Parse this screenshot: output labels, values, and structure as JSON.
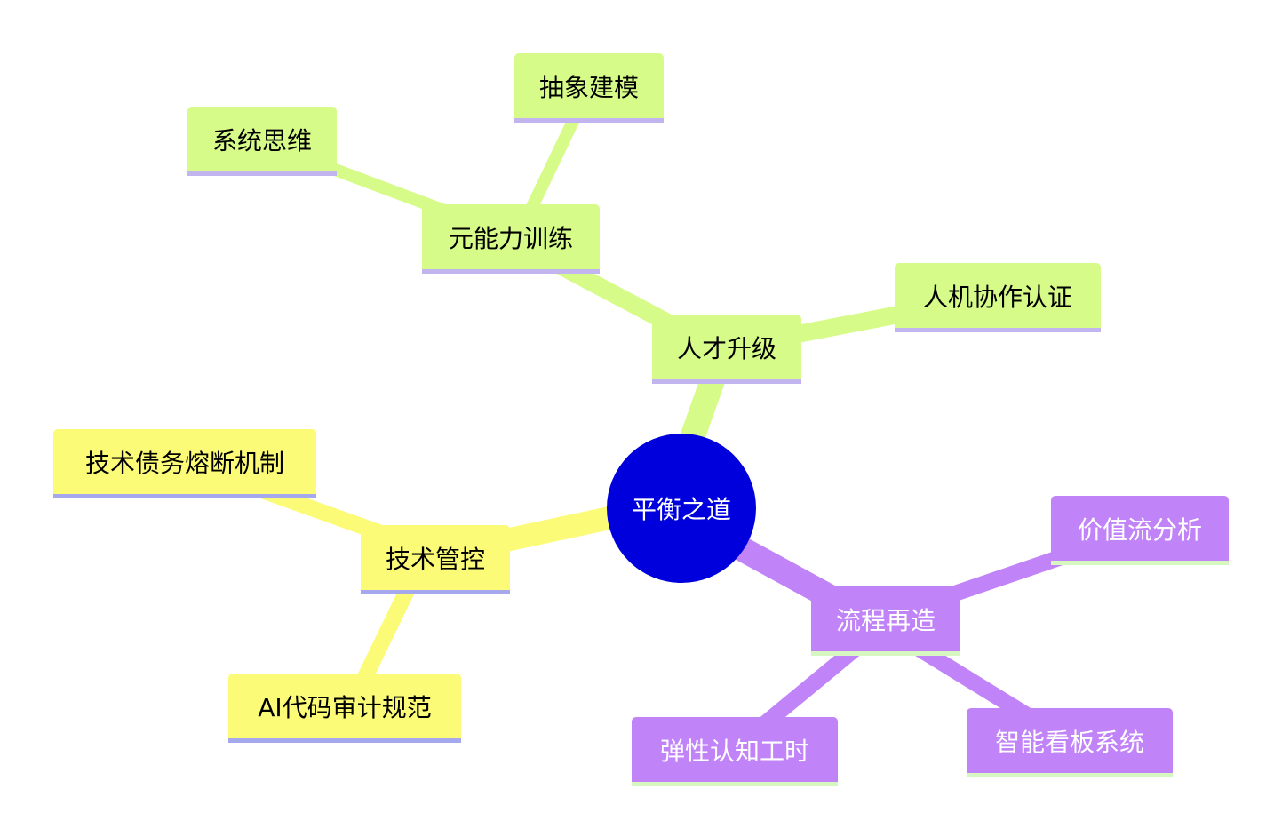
{
  "center": {
    "label": "平衡之道",
    "color": "#0000dd"
  },
  "colors": {
    "green": "#d6fb88",
    "yellow": "#fbfb78",
    "purple": "#c183f8"
  },
  "branches": {
    "talent": {
      "label": "人才升级",
      "children": {
        "meta": "元能力训练",
        "human_ai": "人机协作认证"
      },
      "grandchildren": {
        "systems": "系统思维",
        "abstract": "抽象建模"
      }
    },
    "tech": {
      "label": "技术管控",
      "children": {
        "debt": "技术债务熔断机制",
        "ai_review": "AI代码审计规范"
      }
    },
    "process": {
      "label": "流程再造",
      "children": {
        "value_stream": "价值流分析",
        "flex": "弹性认知工时",
        "kanban": "智能看板系统"
      }
    }
  }
}
